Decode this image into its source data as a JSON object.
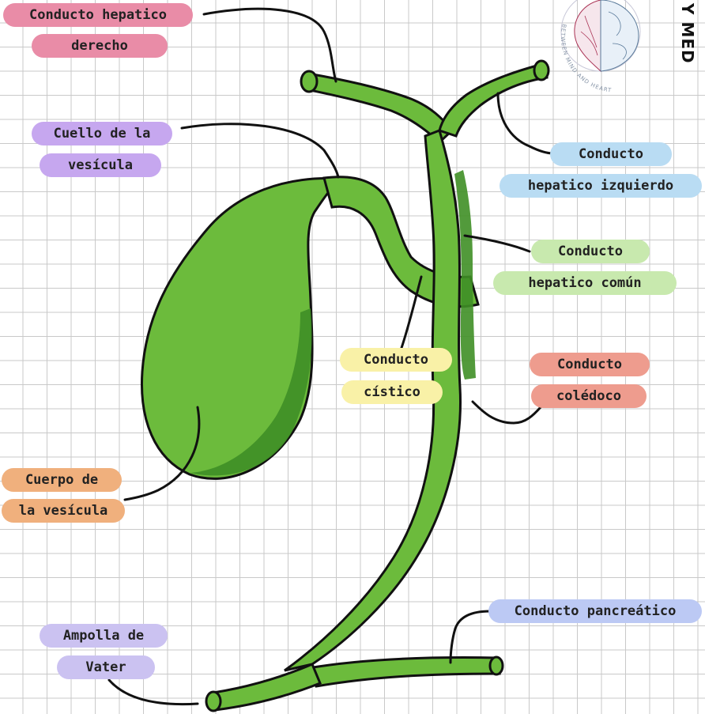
{
  "labels": {
    "right_hepatic": [
      "Conducto hepatico",
      "derecho"
    ],
    "gallbladder_neck": [
      "Cuello de la",
      "vesícula"
    ],
    "left_hepatic": [
      "Conducto",
      "hepatico izquierdo"
    ],
    "common_hepatic": [
      "Conducto",
      "hepatico común"
    ],
    "cystic": [
      "Conducto",
      "cístico"
    ],
    "common_bile": [
      "Conducto",
      "colédoco"
    ],
    "gallbladder_body": [
      "Cuerpo de",
      "la vesícula"
    ],
    "pancreatic": [
      "Conducto pancreático"
    ],
    "ampulla": [
      "Ampolla de",
      "Vater"
    ]
  },
  "logo": {
    "brand_text": "Y MED",
    "ring_text": "BETWEEN MIND AND HEART"
  },
  "colors": {
    "duct_fill": "#6cbb3c",
    "duct_shadow": "#3f8f26",
    "outline": "#111111"
  }
}
